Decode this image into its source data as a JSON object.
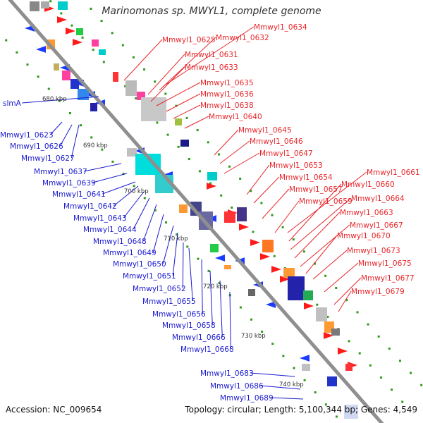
{
  "title": "Marinomonas sp. MWYL1, complete genome",
  "accession": "Accession: NC_009654",
  "topology": "Topology: circular; Length: 5,100,344 bp; Genes: 4,549",
  "colors": {
    "forward_label": "#e8262a",
    "reverse_label": "#1a1ad0",
    "backbone": "#8a8a8a",
    "tick": "#2f9a1a",
    "forward_arrow": "#ff1a1a",
    "reverse_arrow": "#1a3bff"
  },
  "scale_ticks": [
    "680 kbp",
    "690 kbp",
    "700 kbp",
    "710 kbp",
    "720 kbp",
    "730 kbp",
    "740 kbp"
  ],
  "reverse_labels": [
    "slmA",
    "Mmwyl1_0623",
    "Mmwyl1_0626",
    "Mmwyl1_0627",
    "Mmwyl1_0637",
    "Mmwyl1_0639",
    "Mmwyl1_0641",
    "Mmwyl1_0642",
    "Mmwyl1_0643",
    "Mmwyl1_0644",
    "Mmwyl1_0648",
    "Mmwyl1_0649",
    "Mmwyl1_0650",
    "Mmwyl1_0651",
    "Mmwyl1_0652",
    "Mmwyl1_0655",
    "Mmwyl1_0656",
    "Mmwyl1_0658",
    "Mmwyl1_0666",
    "Mmwyl1_0668",
    "Mmwyl1_0683",
    "Mmwyl1_0686",
    "Mmwyl1_0689"
  ],
  "forward_labels": [
    "Mmwyl1_0634",
    "Mmwyl1_0632",
    "Mmwyl1_0625",
    "Mmwyl1_0631",
    "Mmwyl1_0633",
    "Mmwyl1_0635",
    "Mmwyl1_0636",
    "Mmwyl1_0638",
    "Mmwyl1_0640",
    "Mmwyl1_0645",
    "Mmwyl1_0646",
    "Mmwyl1_0647",
    "Mmwyl1_0653",
    "Mmwyl1_0654",
    "Mmwyl1_0657",
    "Mmwyl1_0659",
    "Mmwyl1_0661",
    "Mmwyl1_0660",
    "Mmwyl1_0664",
    "Mmwyl1_0663",
    "Mmwyl1_0667",
    "Mmwyl1_0670",
    "Mmwyl1_0673",
    "Mmwyl1_0675",
    "Mmwyl1_0677",
    "Mmwyl1_0679"
  ]
}
